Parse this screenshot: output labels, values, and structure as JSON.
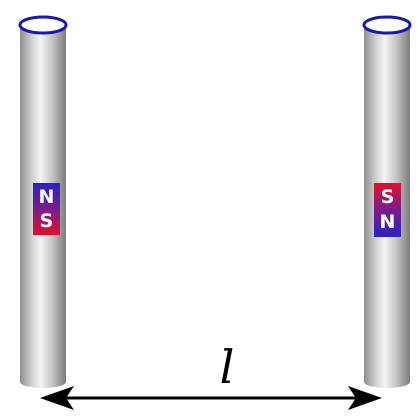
{
  "colors": {
    "rim": "#1a1aa8",
    "north": "#2a22c0",
    "south": "#e0102a",
    "tube_dark": "#8a8a8a",
    "tube_light": "#f2f2f2",
    "arrow": "#000000"
  },
  "tubes": [
    {
      "magnet": {
        "top": "N",
        "bottom": "S"
      }
    },
    {
      "magnet": {
        "top": "S",
        "bottom": "N"
      }
    }
  ],
  "distance_label": "l",
  "icons": {
    "left_arrowhead": "arrowhead-left",
    "right_arrowhead": "arrowhead-right"
  }
}
